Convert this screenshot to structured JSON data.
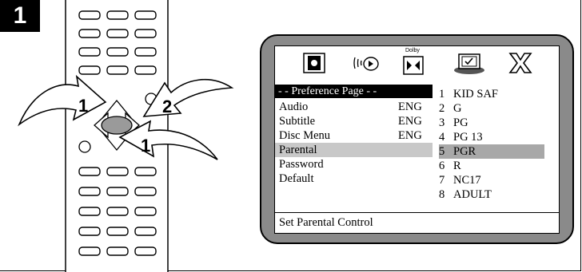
{
  "step": {
    "number": "1"
  },
  "remote": {
    "arrow_labels": [
      "1",
      "2",
      "1"
    ]
  },
  "osd": {
    "icons": [
      "speaker-icon",
      "audio-icon",
      "dolby-icon",
      "preference-icon",
      "exit-icon"
    ],
    "dolby_caption": "Dolby",
    "header": "- - Preference Page - -",
    "menu": [
      {
        "label": "Audio",
        "value": "ENG"
      },
      {
        "label": "Subtitle",
        "value": "ENG"
      },
      {
        "label": "Disc Menu",
        "value": "ENG"
      },
      {
        "label": "Parental",
        "value": ""
      },
      {
        "label": "Password",
        "value": ""
      },
      {
        "label": "Default",
        "value": ""
      }
    ],
    "selected_menu": "Parental",
    "ratings": [
      {
        "num": "1",
        "label": "KID SAF"
      },
      {
        "num": "2",
        "label": "G"
      },
      {
        "num": "3",
        "label": "PG"
      },
      {
        "num": "4",
        "label": "PG 13"
      },
      {
        "num": "5",
        "label": "PGR"
      },
      {
        "num": "6",
        "label": "R"
      },
      {
        "num": "7",
        "label": "NC17"
      },
      {
        "num": "8",
        "label": "ADULT"
      }
    ],
    "selected_rating": "PGR",
    "status": "Set Parental Control"
  },
  "colors": {
    "tv_bezel": "#8a8a8a",
    "highlight": "#c8c8c8",
    "header_bg": "#000000"
  }
}
